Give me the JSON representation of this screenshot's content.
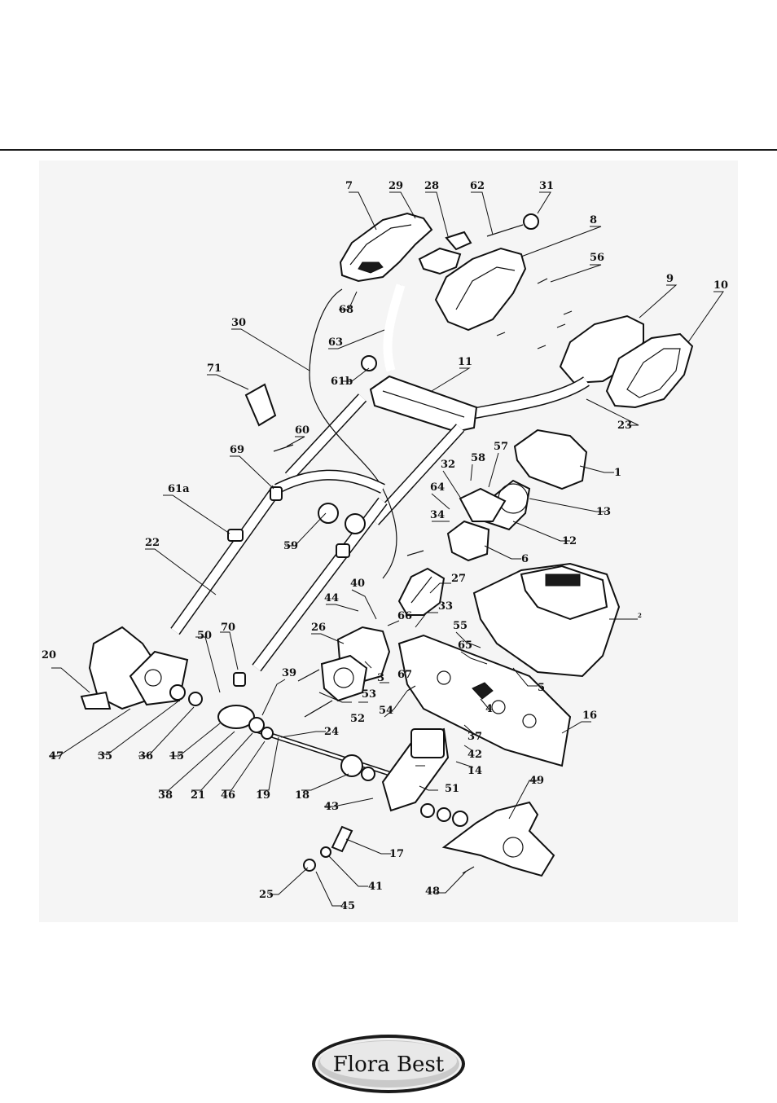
{
  "brand": {
    "name": "Flora Best"
  },
  "diagram": {
    "type": "exploded-parts-view",
    "part_numbers": [
      "1",
      "2",
      "3",
      "4",
      "5",
      "6",
      "7",
      "8",
      "9",
      "10",
      "11",
      "12",
      "13",
      "14",
      "15",
      "16",
      "17",
      "18",
      "19",
      "20",
      "21",
      "22",
      "23",
      "24",
      "25",
      "26",
      "27",
      "28",
      "29",
      "30",
      "31",
      "32",
      "33",
      "34",
      "35",
      "36",
      "37",
      "38",
      "39",
      "40",
      "41",
      "42",
      "43",
      "44",
      "45",
      "46",
      "47",
      "48",
      "49",
      "50",
      "51",
      "52",
      "53",
      "54",
      "55",
      "56",
      "57",
      "58",
      "59",
      "60",
      "61a",
      "61b",
      "62",
      "63",
      "64",
      "65",
      "66",
      "67",
      "68",
      "69",
      "70",
      "71"
    ]
  }
}
